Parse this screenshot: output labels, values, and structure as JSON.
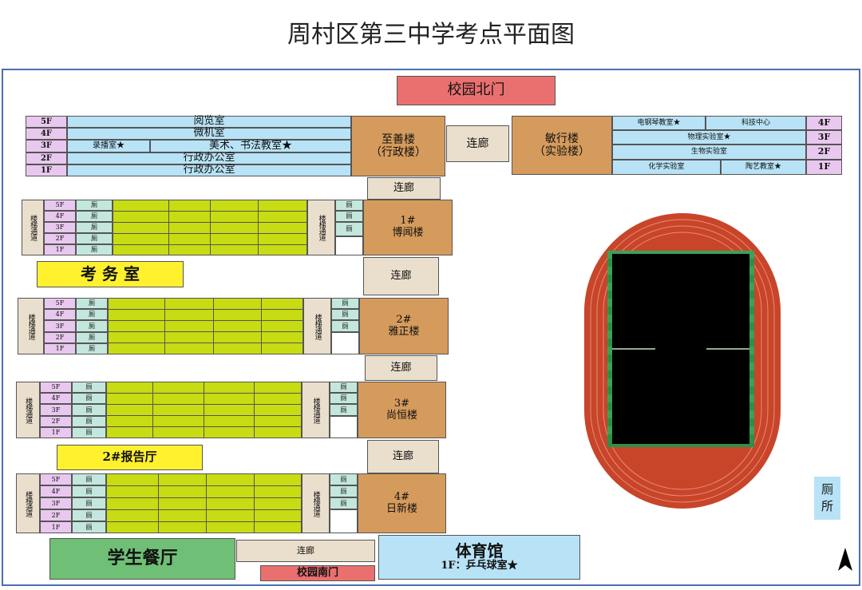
{
  "title": "周村区第三中学考点平面图",
  "gates": {
    "north": "校园北门",
    "south": "校园南门"
  },
  "zhishan": {
    "floors": [
      "5F",
      "4F",
      "3F",
      "2F",
      "1F"
    ],
    "rooms": {
      "f5": "阅览室",
      "f4": "微机室",
      "f3a": "录播室★",
      "f3b": "美术、书法教室★",
      "f2": "行政办公室",
      "f1": "行政办公室"
    },
    "name": "至善楼",
    "sub": "（行政楼）"
  },
  "minxing": {
    "floors": [
      "4F",
      "3F",
      "2F",
      "1F"
    ],
    "rooms": {
      "f4a": "电钢琴教室★",
      "f4b": "科技中心",
      "f3": "物理实验室★",
      "f2": "生物实验室",
      "f1a": "化学实验室",
      "f1b": "陶艺教室★"
    },
    "name": "敏行楼",
    "sub": "（实验楼）"
  },
  "corridor": "连廊",
  "stair_label": "楼梯通道",
  "toilet": "厕",
  "class_floors": [
    "5F",
    "4F",
    "3F",
    "2F",
    "1F"
  ],
  "buildings": {
    "b1": {
      "num": "1#",
      "name": "博闻楼"
    },
    "b2": {
      "num": "2#",
      "name": "雅正楼"
    },
    "b3": {
      "num": "3#",
      "name": "尚恒楼"
    },
    "b4": {
      "num": "4#",
      "name": "日新楼"
    }
  },
  "exam_office": "考 务 室",
  "hall2": "2#报告厅",
  "canteen": "学生餐厅",
  "gym": {
    "name": "体育馆",
    "sub": "1F：乒乓球室★"
  },
  "restroom": "厕所",
  "north_arrow_icon": "north-arrow-icon",
  "colors": {
    "rooms": "#b8e3f6",
    "floors": "#e9c8ef",
    "buildings": "#d59b5c",
    "classrooms": "#c7dc12",
    "track": "#c8452a",
    "field": "#2e8b45"
  }
}
